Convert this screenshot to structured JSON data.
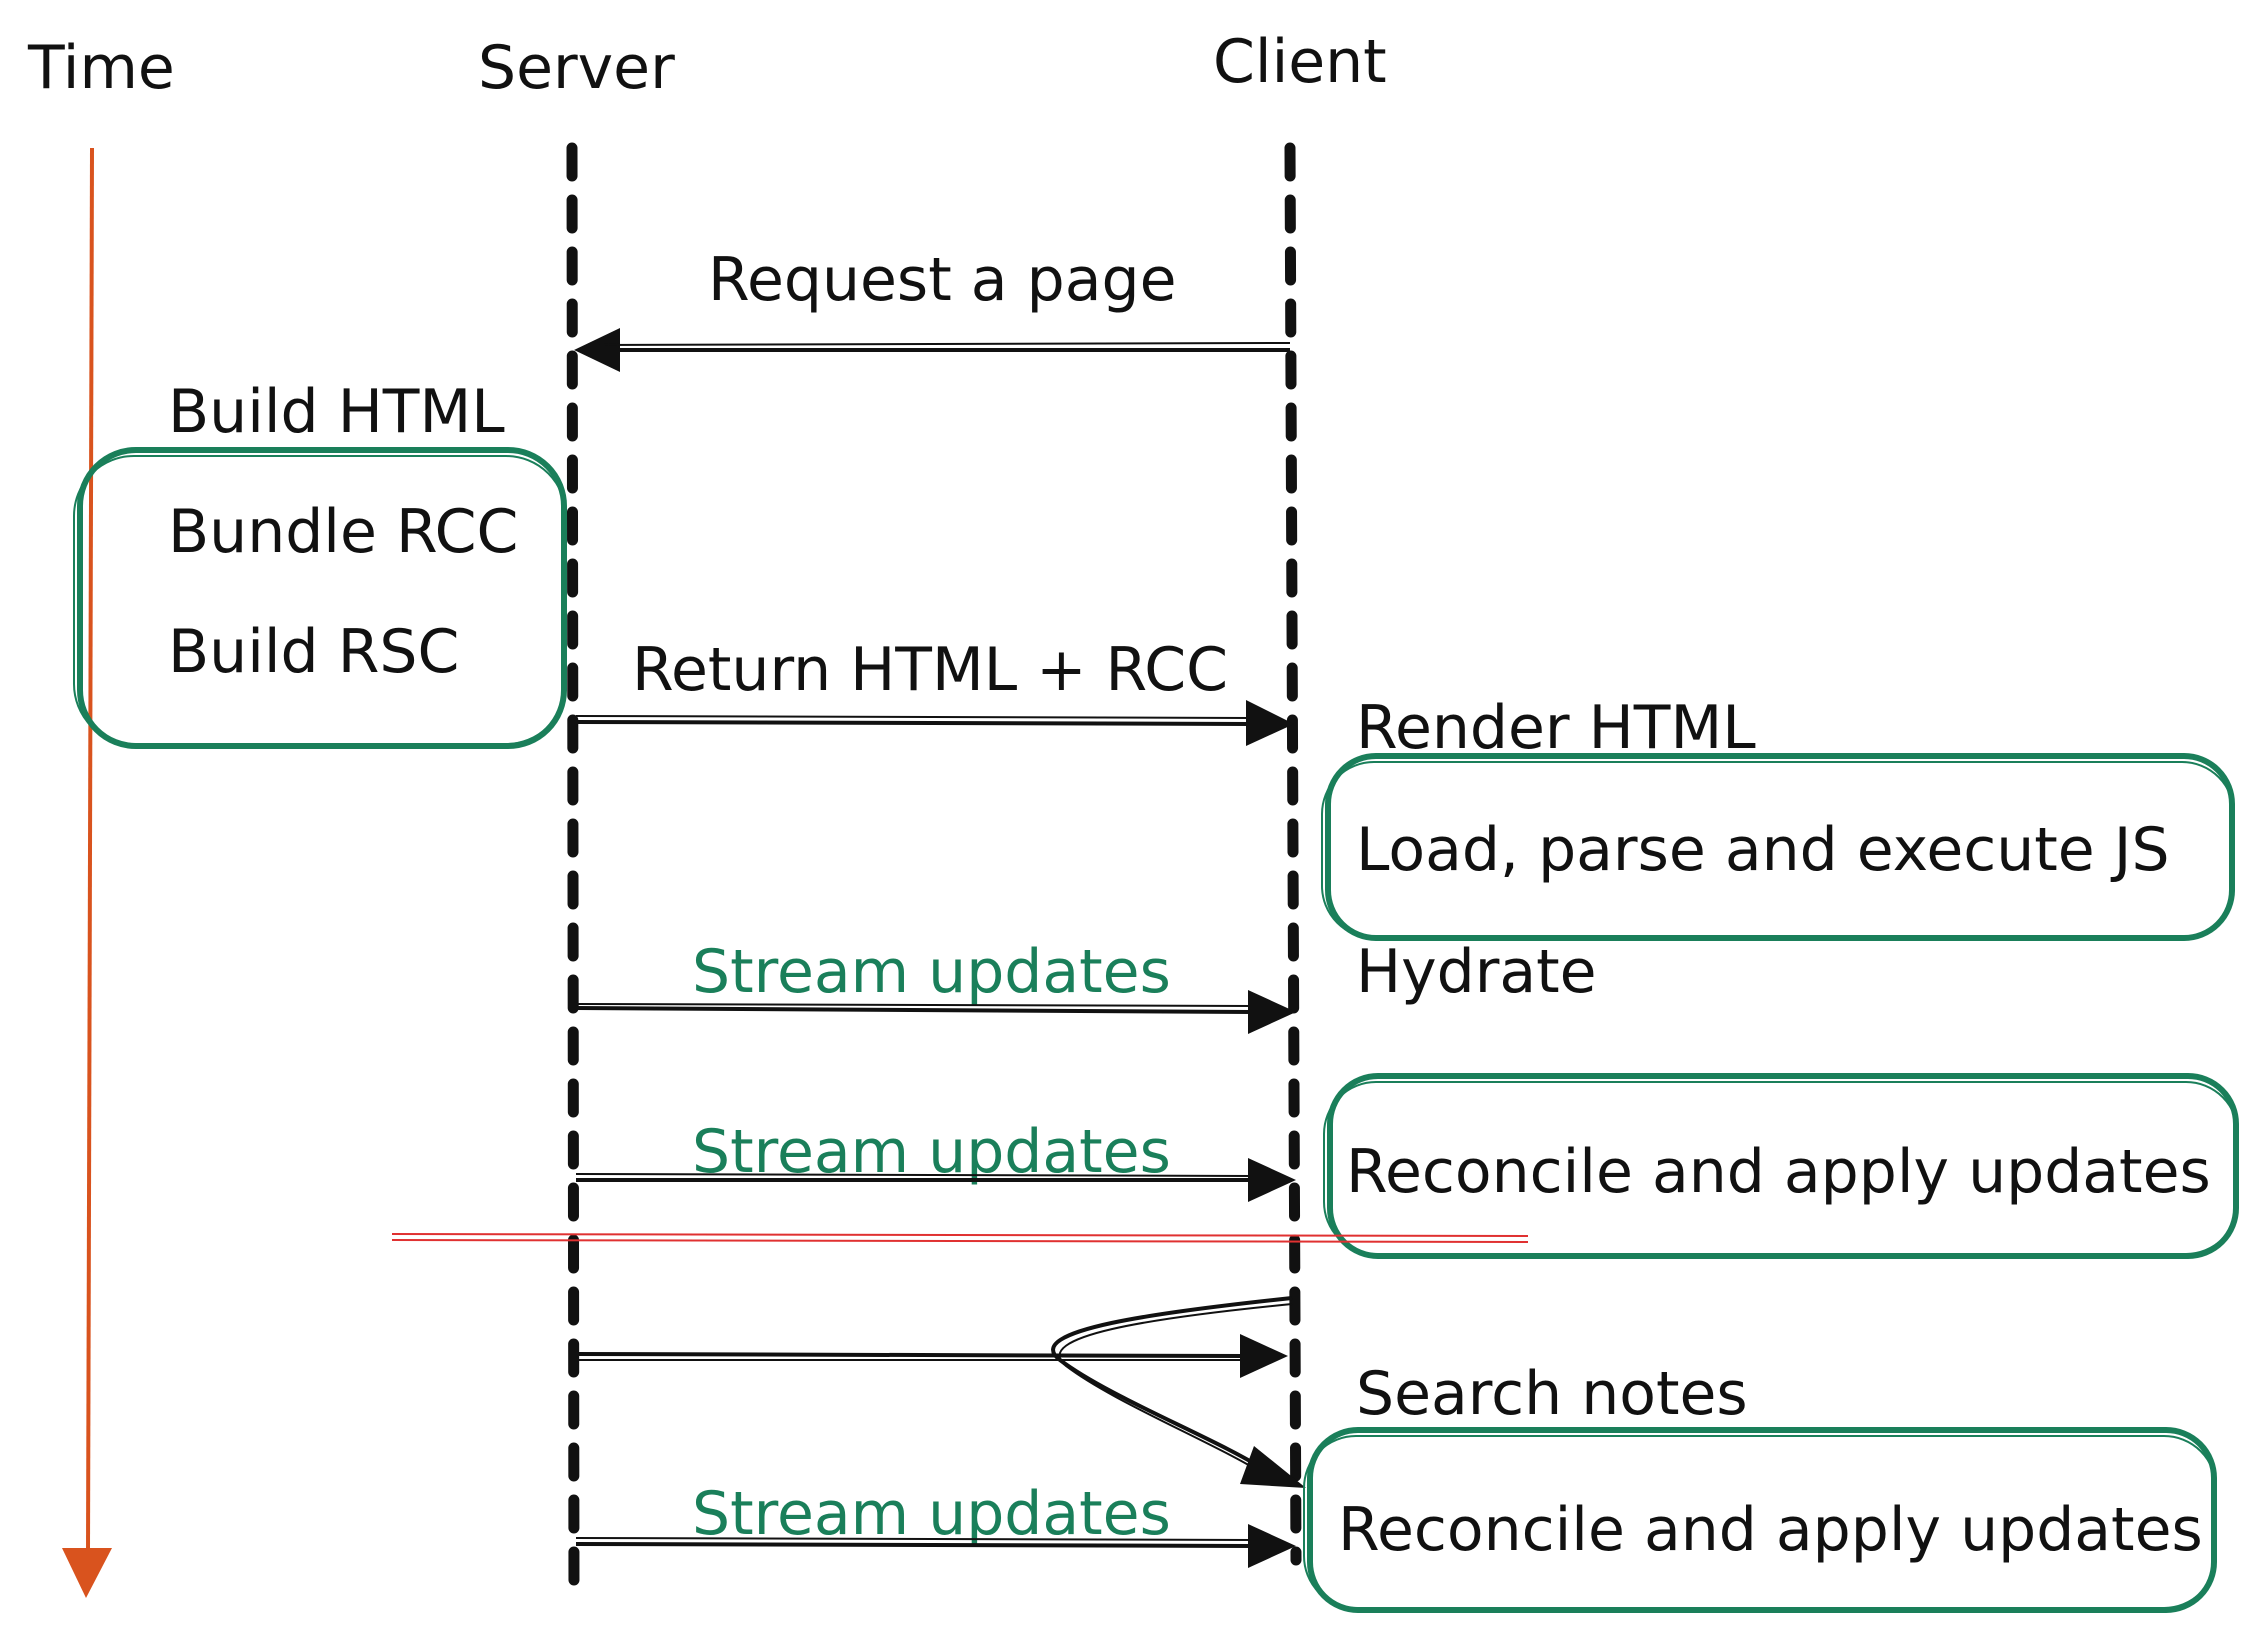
{
  "colors": {
    "ink": "#111111",
    "green": "#1a7f5a",
    "time_arrow": "#d9531e",
    "red_line": "#e03131"
  },
  "headers": {
    "time": "Time",
    "server": "Server",
    "client": "Client"
  },
  "messages": {
    "request_page": "Request a page",
    "return_html_rcc": "Return HTML + RCC",
    "stream_updates_1": "Stream updates",
    "stream_updates_2": "Stream updates",
    "stream_updates_3": "Stream updates"
  },
  "server_steps": {
    "build_html": "Build HTML",
    "bundle_rcc": "Bundle RCC",
    "build_rsc": "Build RSC"
  },
  "client_steps": {
    "render_html": "Render HTML",
    "load_parse_execute_js": "Load, parse and execute JS",
    "hydrate": "Hydrate",
    "reconcile_1": "Reconcile and apply updates",
    "search_notes": "Search notes",
    "reconcile_2": "Reconcile and apply updates"
  }
}
